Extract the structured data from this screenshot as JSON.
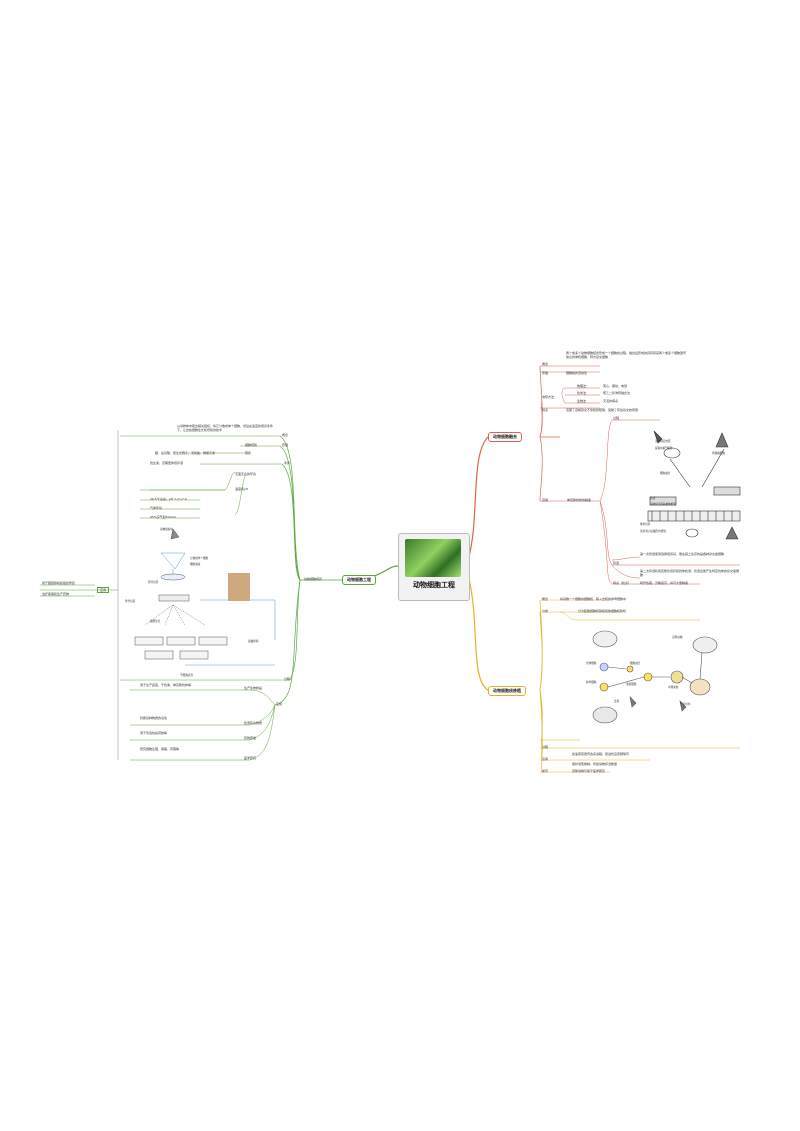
{
  "center": {
    "title": "动物细胞工程"
  },
  "branches": {
    "fusion": "动物细胞融合",
    "clone": "动物细胞核移植",
    "culture": "动物细胞工程"
  },
  "fusion": {
    "labels": [
      "概念",
      "原理",
      "诱导方法",
      "特点",
      "应用",
      "单克隆抗体的制备"
    ],
    "concept_text": "两个或多个动物细胞结合形成一个细胞的过程，融合后形成的具有原来两个或多个细胞遗传信息的单核细胞，称为杂交细胞",
    "principle_text": "细胞膜的流动性",
    "methods": [
      "物理法",
      "化学法",
      "生物法"
    ],
    "method_details": [
      "离心、振动、电激",
      "聚乙二醇诱导融合法",
      "灭活的病毒"
    ],
    "feature_text": "克服了远缘杂交不亲和的障碍，突破了有性杂交的局限",
    "mab_steps": [
      "过程",
      "注射特定抗原",
      "提取B淋巴细胞",
      "骨髓瘤细胞",
      "细胞融合",
      "筛选",
      "克隆化培养和抗体检测",
      "体外培养",
      "注射到小鼠腹腔内增殖"
    ],
    "mab_labels": [
      "筛选",
      "特点（优点）"
    ],
    "mab_screen_1": "第一次筛选使用选择培养基，能在其上生存的是各种杂交瘤细胞",
    "mab_screen_2": "第二次筛选利用克隆化培养和抗体检测，筛选出能产生特定抗体的杂交瘤细胞",
    "mab_feature": "特异性强，灵敏度高，并可大量制备"
  },
  "clone": {
    "concept": "将动物一个细胞的细胞核，移入去核的卵母细胞中",
    "types": [
      "概念",
      "分类",
      "过程",
      "应用",
      "前景"
    ],
    "type_text": "分为胚胎细胞核移植和体细胞核移植",
    "steps": [
      "供体细胞",
      "卵母细胞",
      "去核",
      "细胞融合",
      "重组细胞",
      "早期胚胎",
      "代孕母羊",
      "克隆动物"
    ],
    "apps": [
      "加速家畜遗传改良进程，促进优良畜群繁育",
      "保护濒危物种，增加动物存活数量"
    ],
    "prospect": "克隆动物可用于医学研究"
  },
  "culture": {
    "root": "动物细胞培养",
    "items": [
      "概念",
      "原理",
      "条件",
      "过程",
      "应用"
    ],
    "concept_text": "从动物体中取出相关组织，将它分散成单个细胞，然后在适宜的培养条件下，让这些细胞生长和增殖的技术",
    "principle_text": "细胞增殖",
    "conditions": [
      "营养",
      "无菌无毒的环境",
      "温度和pH",
      "气体环境"
    ],
    "condition_details": [
      "糖、氨基酸、促生长因子、无机盐、微量元素",
      "抗生素，定期更换培养液",
      "36.5℃左右，pH 7.2～7.4",
      "95%空气和5%CO₂"
    ],
    "process_labels": [
      "动物组织块",
      "分散成单个细胞",
      "细胞悬液",
      "原代培养",
      "传代培养",
      "贴壁生长",
      "接触抑制"
    ],
    "bottom_labels": [
      "干细胞培养",
      "胚胎干细胞",
      "成体干细胞",
      "诱导多能干细胞"
    ],
    "apps": [
      "生产生物制品",
      "检测有毒物质",
      "药物研发",
      "医学研究"
    ],
    "app_texts": [
      "用于生产疫苗、干扰素、单克隆抗体等",
      "判断某种物质的毒性",
      "用于筛选抗癌药物等",
      "研究细胞生理、病理、药理等"
    ],
    "left_label": "应用",
    "left_items": [
      "用于器官移植和组织修复",
      "治疗疾病和生产药物"
    ]
  },
  "colors": {
    "red": "#e0604a",
    "gold": "#e8b020",
    "green": "#5aa83a"
  }
}
